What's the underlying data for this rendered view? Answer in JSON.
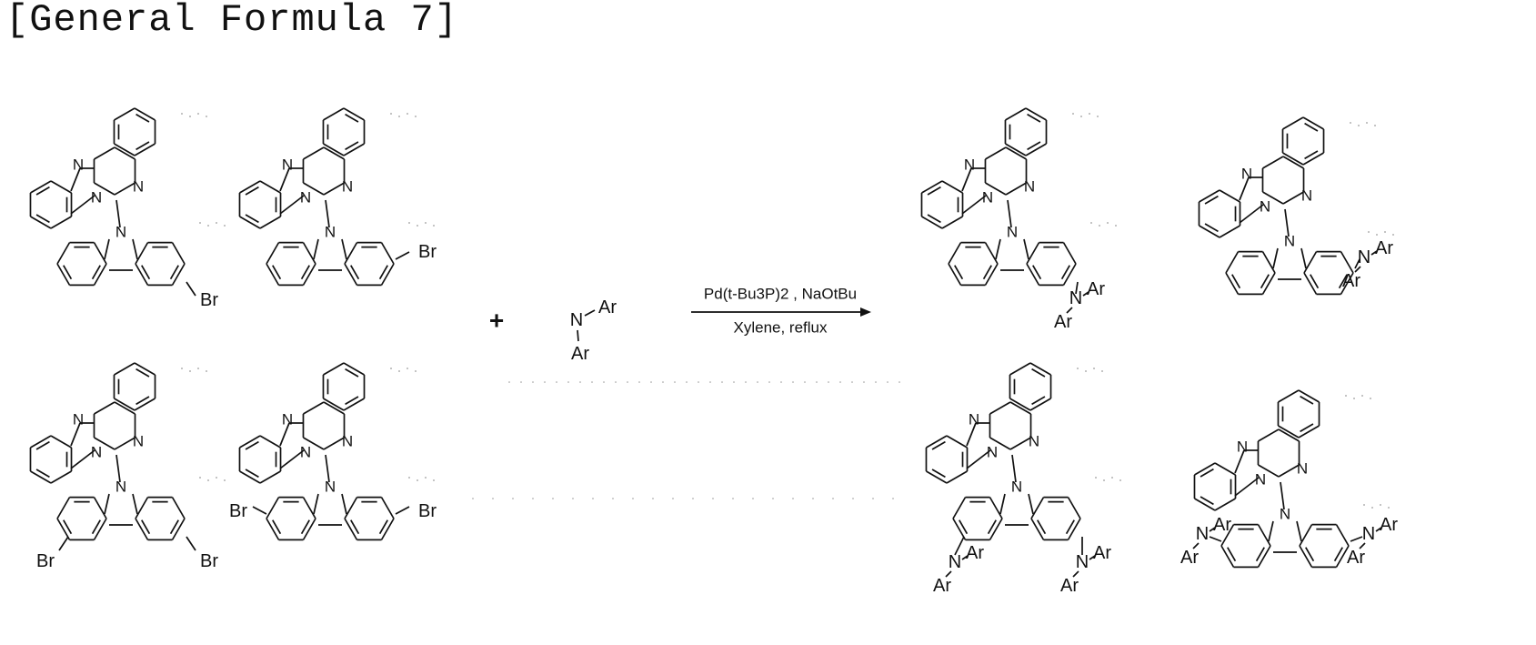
{
  "title": "[General Formula 7]",
  "plus": "+",
  "amine": {
    "n": "N",
    "ar_top": "Ar",
    "ar_bottom": "Ar"
  },
  "arrow": {
    "reagent_top": "Pd(t-Bu3P)2 , NaOtBu",
    "reagent_bottom": "Xylene, reflux"
  },
  "atoms": {
    "n": "N",
    "br": "Br",
    "ar": "Ar"
  },
  "molecules": {
    "reactants": [
      "reactant-3-bromo",
      "reactant-2-bromo",
      "reactant-3-6-dibromo",
      "reactant-2-7-dibromo"
    ],
    "products": [
      "product-3-diarylamino",
      "product-2-diarylamino",
      "product-3-6-bis-diarylamino",
      "product-2-7-bis-diarylamino"
    ]
  }
}
